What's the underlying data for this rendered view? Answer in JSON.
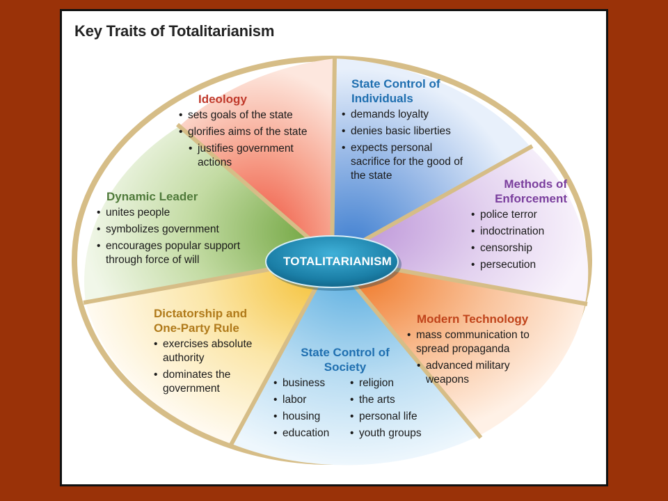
{
  "title": "Key Traits of Totalitarianism",
  "center": "TOTALITARIANISM",
  "colors": {
    "background": "#9a3208",
    "ring": "#d9c08a",
    "hub": "#1b7fa7",
    "ideology": "#c0392b",
    "state_individuals": "#1f6fb0",
    "enforcement": "#7a3e9d",
    "technology": "#c0431a",
    "society": "#1f6fb0",
    "dictatorship": "#b07a1a",
    "leader": "#4f7a3a"
  },
  "segments": {
    "ideology": {
      "heading": "Ideology",
      "items": [
        "sets goals of the state",
        "glorifies aims of the state",
        "justifies government actions"
      ]
    },
    "state_individuals": {
      "heading": "State Control of Individuals",
      "items": [
        "demands loyalty",
        "denies basic liberties",
        "expects personal sacrifice for the good of the state"
      ]
    },
    "enforcement": {
      "heading": "Methods of Enforcement",
      "items": [
        "police terror",
        "indoctrination",
        "censorship",
        "persecution"
      ]
    },
    "technology": {
      "heading": "Modern Technology",
      "items": [
        "mass communication to spread propaganda",
        "advanced military weapons"
      ]
    },
    "society": {
      "heading": "State Control of Society",
      "left_items": [
        "business",
        "labor",
        "housing",
        "education"
      ],
      "right_items": [
        "religion",
        "the arts",
        "personal life",
        "youth groups"
      ]
    },
    "dictatorship": {
      "heading": "Dictatorship and One-Party Rule",
      "items": [
        "exercises absolute authority",
        "dominates the government"
      ]
    },
    "leader": {
      "heading": "Dynamic Leader",
      "items": [
        "unites people",
        "symbolizes government",
        "encourages popular support through force of will"
      ]
    }
  }
}
